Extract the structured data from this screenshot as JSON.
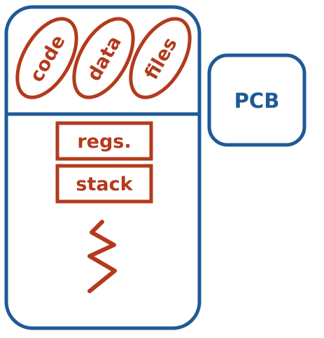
{
  "process": {
    "segments": [
      {
        "label": "code"
      },
      {
        "label": "data"
      },
      {
        "label": "files"
      }
    ],
    "registers_label": "regs.",
    "stack_label": "stack"
  },
  "pcb": {
    "label": "PCB"
  },
  "colors": {
    "outline_blue": "#1f5a96",
    "element_red": "#b33a1c",
    "background": "#ffffff"
  },
  "icons": {
    "thread": "squiggle-thread-icon"
  }
}
